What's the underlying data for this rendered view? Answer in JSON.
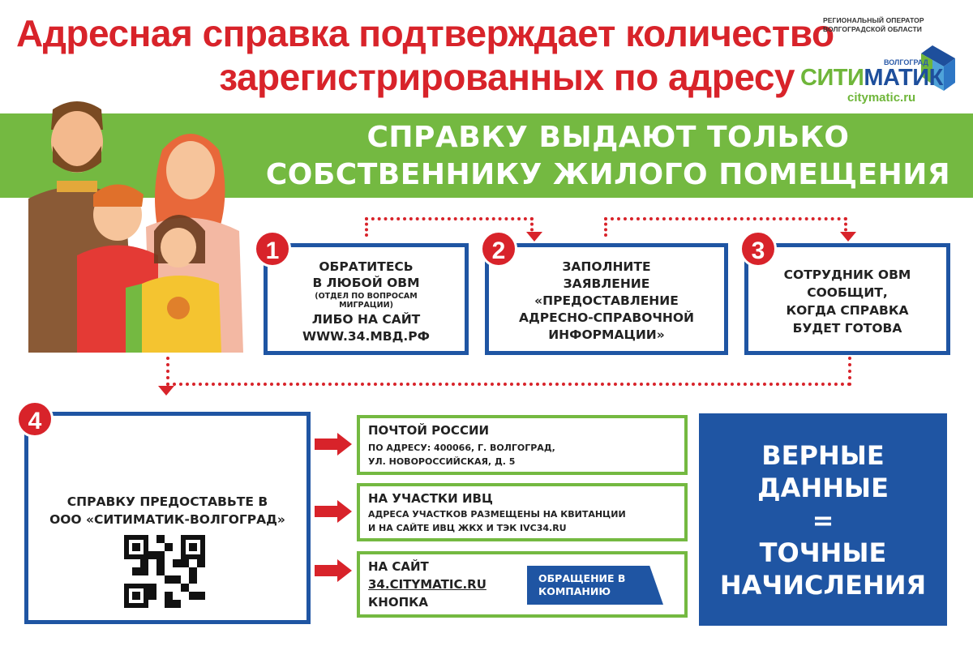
{
  "headline": {
    "line1": "Адресная справка подтверждает количество",
    "line2": "зарегистрированных по адресу"
  },
  "logo": {
    "operator_line1": "РЕГИОНАЛЬНЫЙ ОПЕРАТОР",
    "operator_line2": "ВОЛГОГРАДСКОЙ ОБЛАСТИ",
    "region": "ВОЛГОГРАД",
    "brand_part1": "СИТИ",
    "brand_part2": "МАТИК",
    "site": "citymatic.ru",
    "colors": {
      "green": "#6fb63a",
      "blue": "#1e4f9c"
    }
  },
  "banner": {
    "line1": "СПРАВКУ ВЫДАЮТ ТОЛЬКО",
    "line2": "СОБСТВЕННИКУ ЖИЛОГО ПОМЕЩЕНИЯ"
  },
  "steps": [
    {
      "number": "1",
      "line1": "ОБРАТИТЕСЬ",
      "line2": "В ЛЮБОЙ ОВМ",
      "small1": "(ОТДЕЛ ПО ВОПРОСАМ",
      "small2": "МИГРАЦИИ)",
      "line3": "ЛИБО НА САЙТ",
      "line4": "WWW.34.МВД.РФ"
    },
    {
      "number": "2",
      "line1": "ЗАПОЛНИТЕ",
      "line2": "ЗАЯВЛЕНИЕ",
      "line3": "«ПРЕДОСТАВЛЕНИЕ",
      "line4": "АДРЕСНО-СПРАВОЧНОЙ",
      "line5": "ИНФОРМАЦИИ»"
    },
    {
      "number": "3",
      "line1": "СОТРУДНИК ОВМ",
      "line2": "СООБЩИТ,",
      "line3": "КОГДА СПРАВКА",
      "line4": "БУДЕТ ГОТОВА"
    },
    {
      "number": "4",
      "line1": "СПРАВКУ ПРЕДОСТАВЬТЕ В",
      "line2": "ООО «СИТИМАТИК-ВОЛГОГРАД»"
    }
  ],
  "options": [
    {
      "title": "ПОЧТОЙ РОССИИ",
      "sub1": "ПО АДРЕСУ: 400066, Г. ВОЛГОГРАД,",
      "sub2": "УЛ. НОВОРОССИЙСКАЯ, Д. 5"
    },
    {
      "title": "НА УЧАСТКИ ИВЦ",
      "sub1": "АДРЕСА УЧАСТКОВ РАЗМЕЩЕНЫ НА КВИТАНЦИИ",
      "sub2": "И НА САЙТЕ ИВЦ ЖКХ И ТЭК IVC34.RU"
    },
    {
      "title": "НА САЙТ",
      "sub1": "34.CITYMATIC.RU",
      "sub2": "КНОПКА",
      "button_line1": "ОБРАЩЕНИЕ В",
      "button_line2": "КОМПАНИЮ"
    }
  ],
  "slogan": {
    "line1": "ВЕРНЫЕ",
    "line2": "ДАННЫЕ",
    "line3": "=",
    "line4": "ТОЧНЫЕ",
    "line5": "НАЧИСЛЕНИЯ"
  },
  "colors": {
    "red": "#d8232a",
    "green": "#74b941",
    "blue": "#1f55a3"
  }
}
